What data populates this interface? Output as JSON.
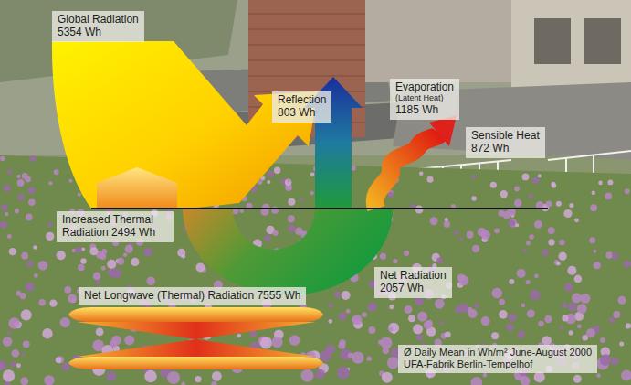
{
  "diagram": {
    "nodes": [
      {
        "text": [
          "Global Radiation",
          "5354 Wh"
        ]
      },
      {
        "text": [
          "Reflection",
          "803 Wh"
        ]
      },
      {
        "text": [
          "Evaporation",
          "(Latent Heat)",
          "1185 Wh"
        ]
      },
      {
        "text": [
          "Sensible Heat",
          "872 Wh"
        ]
      },
      {
        "text": [
          "Increased Thermal Radiation 2494 Wh"
        ]
      },
      {
        "text": [
          "Net Radiation",
          "2057 Wh"
        ]
      },
      {
        "text": [
          "Net Longwave (Thermal) Radiation 7555 Wh"
        ]
      },
      {
        "text": [
          "Ø Daily Mean in Wh/m² June-August 2000",
          "UFA-Fabrik Berlin-Tempelhof"
        ]
      }
    ]
  }
}
